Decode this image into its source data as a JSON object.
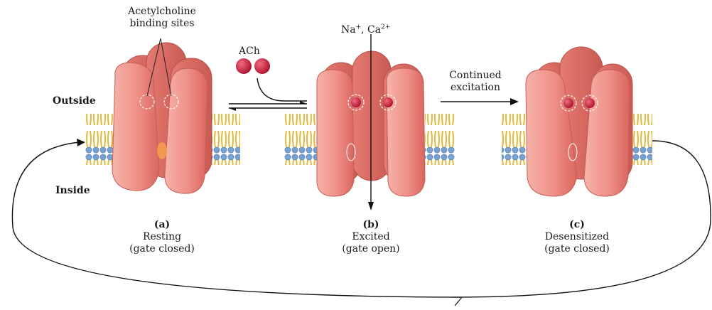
{
  "labels": {
    "binding_sites_line1": "Acetylcholine",
    "binding_sites_line2": "binding sites",
    "ach": "ACh",
    "outside": "Outside",
    "inside": "Inside",
    "ion_na": "Na",
    "ion_na_charge": "+",
    "ion_sep": ", Ca",
    "ion_ca_charge": "2+",
    "continued_line1": "Continued",
    "continued_line2": "excitation"
  },
  "states": [
    {
      "letter": "(a)",
      "name": "Resting",
      "gate": "(gate closed)"
    },
    {
      "letter": "(b)",
      "name": "Excited",
      "gate": "(gate open)"
    },
    {
      "letter": "(c)",
      "name": "Desensitized",
      "gate": "(gate closed)"
    }
  ],
  "colors": {
    "channel": "#ef8f86",
    "channel_light": "#f9c7bf",
    "channel_dark": "#c85a52",
    "ach": "#cc1f3a",
    "lipid_head": "#7aa3d3",
    "lipid_tail": "#e9c64a",
    "arrow": "#111111"
  }
}
